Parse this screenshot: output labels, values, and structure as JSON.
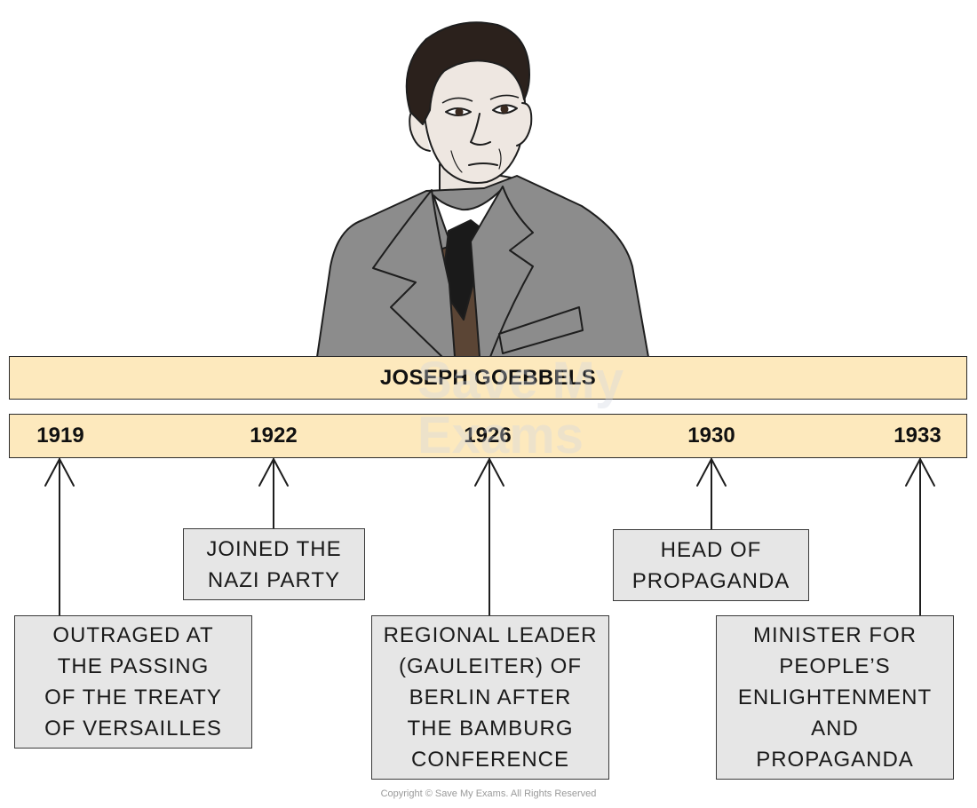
{
  "timeline": {
    "title": "JOSEPH GOEBBELS",
    "years": [
      "1919",
      "1922",
      "1926",
      "1930",
      "1933"
    ],
    "events": [
      {
        "year": "1919",
        "lines": [
          "OUTRAGED AT",
          "THE PASSING",
          "OF THE TREATY",
          "OF VERSAILLES"
        ]
      },
      {
        "year": "1922",
        "lines": [
          "JOINED THE",
          "NAZI PARTY"
        ]
      },
      {
        "year": "1926",
        "lines": [
          "REGIONAL LEADER",
          "(GAULEITER) OF",
          "BERLIN AFTER",
          "THE BAMBURG",
          "CONFERENCE"
        ]
      },
      {
        "year": "1930",
        "lines": [
          "HEAD OF",
          "PROPAGANDA"
        ]
      },
      {
        "year": "1933",
        "lines": [
          "MINISTER FOR",
          "PEOPLE’S",
          "ENLIGHTENMENT",
          "AND",
          "PROPAGANDA"
        ]
      }
    ]
  },
  "watermark": {
    "line1": "Save My",
    "line2": "Exams"
  },
  "copyright": "Copyright © Save My Exams. All Rights Reserved",
  "colors": {
    "bar_fill": "#fde9bd",
    "box_fill": "#e6e6e6",
    "suit": "#8e8e8e",
    "hair": "#2b211c"
  }
}
